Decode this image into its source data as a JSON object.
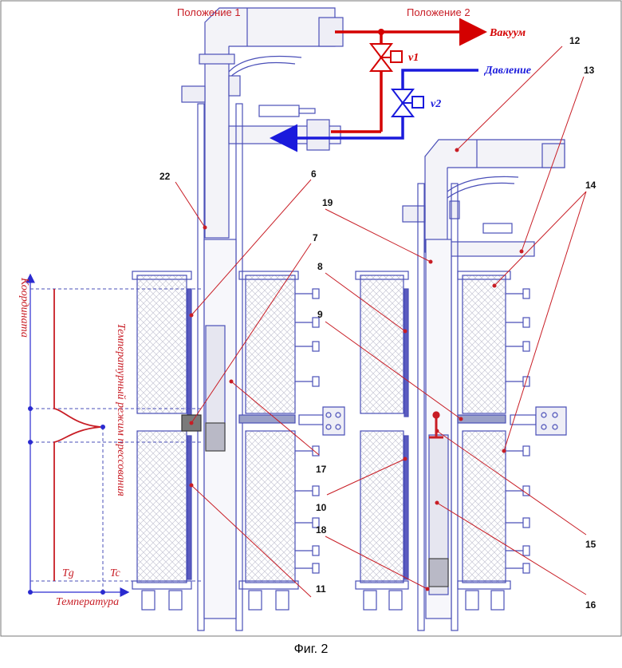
{
  "positions": {
    "pos1": "Положение 1",
    "pos2": "Положение 2"
  },
  "lines": {
    "vacuum": "Вакуум",
    "pressure": "Давление"
  },
  "valves": {
    "v1": "v1",
    "v2": "v2"
  },
  "axes": {
    "y": "Координата",
    "x": "Температура",
    "center": "Температурный режим прессования"
  },
  "temps": {
    "tg": "Tg",
    "tc": "Tc"
  },
  "numbers": {
    "n6": "6",
    "n7": "7",
    "n8": "8",
    "n9": "9",
    "n10": "10",
    "n11": "11",
    "n12": "12",
    "n13": "13",
    "n14": "14",
    "n15": "15",
    "n16": "16",
    "n17": "17",
    "n18": "18",
    "n19": "19",
    "n22": "22"
  },
  "caption": "Фиг. 2",
  "colors": {
    "red": "#d40000",
    "blue": "#1a1adc",
    "frame": "#4a4fb8",
    "callout": "#c81d25"
  }
}
